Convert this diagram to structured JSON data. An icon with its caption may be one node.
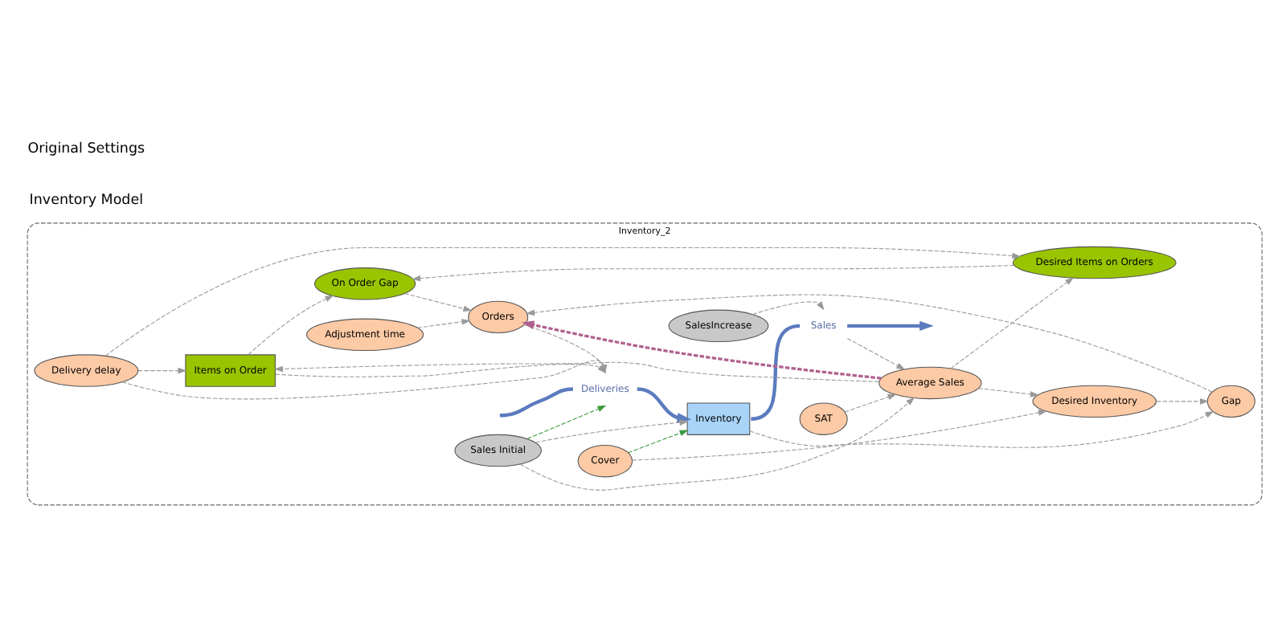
{
  "diagram": {
    "nodes": [
      {
        "text": [
          "Inventory_2"
        ]
      },
      {
        "text": [
          "Items on Order"
        ],
        "in": 0
      },
      {
        "text": [
          "On Order Gap"
        ],
        "in": 0
      },
      {
        "text": [
          "Delivery delay"
        ],
        "in": 0
      },
      {
        "text": [
          "Desired Items on Orders"
        ],
        "in": 0
      },
      {
        "text": [
          "Deliveries"
        ],
        "in": 0
      },
      {
        "text": [
          "Inventory"
        ],
        "in": 0
      },
      {
        "text": [
          "Sales"
        ],
        "in": 0
      },
      {
        "text": [
          "SalesIncrease"
        ],
        "in": 0
      },
      {
        "text": [
          "Sales Initial"
        ],
        "in": 0
      },
      {
        "text": [
          "Orders"
        ],
        "in": 0
      },
      {
        "text": [
          "Gap"
        ],
        "in": 0
      },
      {
        "text": [
          "Average Sales"
        ],
        "in": 0
      },
      {
        "text": [
          "SAT"
        ],
        "in": 0
      },
      {
        "text": [
          "Adjustment time"
        ],
        "in": 0
      },
      {
        "text": [
          "Desired Inventory"
        ],
        "in": 0
      },
      {
        "text": [
          "Cover"
        ],
        "in": 0
      }
    ],
    "edges": [
      {
        "from": null,
        "to": 5,
        "arrow": "none",
        "style": "thick",
        "color": "#5b7bbf"
      },
      {
        "from": 5,
        "to": 6,
        "arrow": "to",
        "style": "thick",
        "color": "#5b7bbf"
      },
      {
        "from": 6,
        "to": 7,
        "arrow": "none",
        "style": "thick",
        "color": "#5b7bbf"
      },
      {
        "from": 7,
        "to": null,
        "arrow": "to",
        "style": "thick",
        "color": "#5b7bbf"
      },
      {
        "from": 1,
        "to": 2,
        "arrow": "to",
        "style": "dashed"
      },
      {
        "from": 3,
        "to": 1,
        "arrow": "to",
        "style": "dashed"
      },
      {
        "from": 1,
        "to": 5,
        "arrow": "to",
        "style": "dashed"
      },
      {
        "from": 3,
        "to": 5,
        "arrow": "to",
        "style": "dashed"
      },
      {
        "from": 3,
        "to": 4,
        "arrow": "to",
        "style": "dashed"
      },
      {
        "from": 4,
        "to": 2,
        "arrow": "to",
        "style": "dashed"
      },
      {
        "from": 2,
        "to": 10,
        "arrow": "to",
        "style": "dashed"
      },
      {
        "from": 10,
        "to": 5,
        "arrow": "to",
        "style": "dashed"
      },
      {
        "from": 9,
        "to": 5,
        "arrow": "to",
        "style": "dashed",
        "color": "#3a9a3a"
      },
      {
        "from": 16,
        "to": 6,
        "arrow": "to",
        "style": "dashed",
        "color": "#3a9a3a"
      },
      {
        "from": 9,
        "to": 6,
        "arrow": "to",
        "style": "dashed"
      },
      {
        "from": 8,
        "to": 7,
        "arrow": "to",
        "style": "dashed"
      },
      {
        "from": 9,
        "to": 12,
        "arrow": "to",
        "style": "dashed"
      },
      {
        "from": 7,
        "to": 12,
        "arrow": "to",
        "style": "dashed"
      },
      {
        "from": 12,
        "to": 1,
        "arrow": "to",
        "style": "dashed"
      },
      {
        "from": 6,
        "to": 11,
        "arrow": "to",
        "style": "dashed"
      },
      {
        "from": 11,
        "to": 10,
        "arrow": "to",
        "style": "dashed"
      },
      {
        "from": 12,
        "to": 10,
        "arrow": "to",
        "style": "dashed",
        "color": "#b0608f"
      },
      {
        "from": 13,
        "to": 12,
        "arrow": "to",
        "style": "dashed"
      },
      {
        "from": 14,
        "to": 10,
        "arrow": "to",
        "style": "dashed"
      },
      {
        "from": 15,
        "to": 11,
        "arrow": "to",
        "style": "dashed"
      },
      {
        "from": 16,
        "to": 15,
        "arrow": "to",
        "style": "dashed"
      },
      {
        "from": 12,
        "to": 15,
        "arrow": "to",
        "style": "dashed"
      },
      {
        "from": 12,
        "to": 4,
        "arrow": "to",
        "style": "dashed"
      }
    ],
    "labels": [
      "Inventory Model",
      "Original Settings"
    ]
  }
}
